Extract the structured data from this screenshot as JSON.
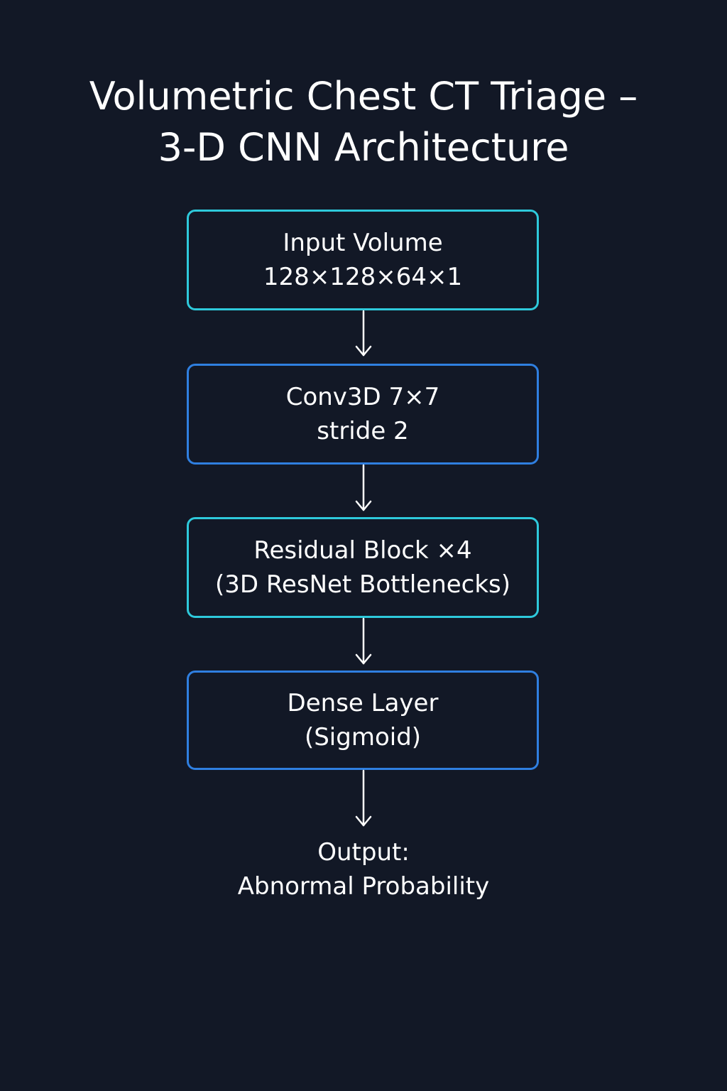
{
  "title": {
    "line1": "Volumetric Chest CT Triage –",
    "line2": "3-D CNN Architecture"
  },
  "nodes": [
    {
      "line1": "Input Volume",
      "line2": "128×128×64×1",
      "border_color": "#2ec9db"
    },
    {
      "line1": "Conv3D 7×7",
      "line2": "stride 2",
      "border_color": "#2f7fe0"
    },
    {
      "line1": "Residual Block ×4",
      "line2": "(3D ResNet Bottlenecks)",
      "border_color": "#2ec9db"
    },
    {
      "line1": "Dense Layer",
      "line2": "(Sigmoid)",
      "border_color": "#2f7fe0"
    }
  ],
  "output": {
    "line1": "Output:",
    "line2": "Abnormal Probability"
  },
  "colors": {
    "background": "#121826",
    "text": "#ffffff",
    "arrow": "#ffffff"
  }
}
